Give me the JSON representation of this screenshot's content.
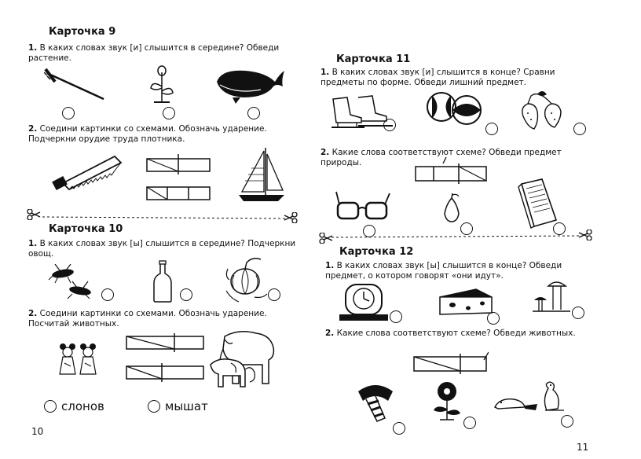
{
  "left_page": {
    "page_number": "10",
    "card9": {
      "title": "Карточка 9",
      "task1": {
        "number": "1.",
        "text": "В каких словах звук [и] слышится в середине? Обведи растение."
      },
      "task2": {
        "number": "2.",
        "text": "Соедини картинки со схемами. Обозначь ударение. Подчеркни орудие труда плотника."
      }
    },
    "card10": {
      "title": "Карточка 10",
      "task1": {
        "number": "1.",
        "text": "В каких словах звук [ы] слышится в середине? Подчеркни овощ."
      },
      "task2": {
        "number": "2.",
        "text": "Соедини картинки со схемами. Обозначь ударение. Посчитай животных."
      },
      "answers": [
        "слонов",
        "мышат"
      ]
    }
  },
  "right_page": {
    "page_number": "11",
    "card11": {
      "title": "Карточка 11",
      "task1": {
        "number": "1.",
        "text": "В каких словах звук [и] слышится в конце? Сравни предметы по форме. Обведи лишний предмет."
      },
      "task2": {
        "number": "2.",
        "text": "Какие слова соответствуют схеме? Обведи предмет природы."
      }
    },
    "card12": {
      "title": "Карточка 12",
      "task1": {
        "number": "1.",
        "text": "В каких словах звук [ы] слышится в конце? Обведи предмет, о котором говорят «они идут»."
      },
      "task2": {
        "number": "2.",
        "text": "Какие слова соответствуют схеме? Обведи животных."
      }
    }
  },
  "icons": [
    "scissors-icon",
    "rake-icon",
    "plant-icon",
    "whale-icon",
    "saw-icon",
    "sailboat-icon",
    "wasps-icon",
    "bottle-icon",
    "pumpkin-icon",
    "mice-icon",
    "elephants-icon",
    "skates-icon",
    "balls-icon",
    "strawberries-icon",
    "glasses-icon",
    "pear-icon",
    "book-icon",
    "clock-icon",
    "cheese-icon",
    "mushrooms-icon",
    "scarf-icon",
    "flower-icon",
    "beavers-icon"
  ],
  "colors": {
    "ink": "#111111",
    "paper": "#ffffff"
  }
}
